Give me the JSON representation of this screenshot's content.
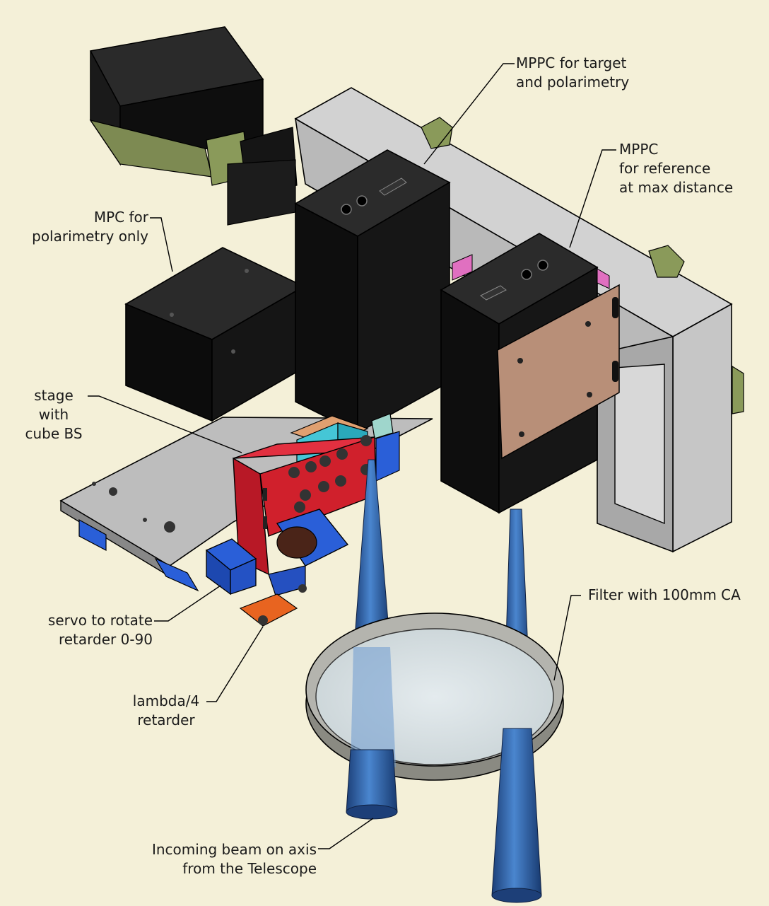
{
  "labels": {
    "mppc_target": [
      "MPPC for target",
      "and polarimetry"
    ],
    "mppc_reference": [
      "MPPC",
      "for reference",
      "at max distance"
    ],
    "mpc_polarimetry": [
      "MPC for",
      "polarimetry only"
    ],
    "stage": [
      "stage",
      "with",
      "cube BS"
    ],
    "filter": [
      "Filter with 100mm CA"
    ],
    "servo": [
      "servo to rotate",
      "retarder 0-90"
    ],
    "retarder": [
      "lambda/4",
      "retarder"
    ],
    "incoming_beam": [
      "Incoming beam on axis",
      "from the Telescope"
    ]
  },
  "colors": {
    "background": "#f4f0d8",
    "housing_black": "#141414",
    "frame_gray": "#c8c8c8",
    "red_bracket": "#d0202c",
    "blue_mount": "#2a5fd8",
    "copper_plate": "#b88f78",
    "beam_blue": "#2f66b0",
    "olive_fitting": "#8a9a5a",
    "cyan_part": "#45c6d6",
    "orange_part": "#e86420"
  }
}
